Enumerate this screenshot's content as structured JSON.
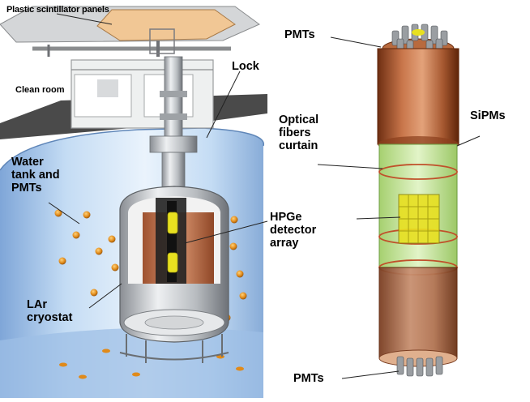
{
  "labels": {
    "plastic_panels": "Plastic scintillator panels",
    "clean_room": "Clean room",
    "lock": "Lock",
    "water_tank": [
      "Water",
      "tank and",
      "PMTs"
    ],
    "hpge": [
      "HPGe",
      "detector",
      "array"
    ],
    "lar_cryostat": [
      "LAr",
      "cryostat"
    ],
    "pmts_top": "PMTs",
    "pmts_bottom": "PMTs",
    "optical_fibers": [
      "Optical",
      "fibers",
      "curtain"
    ],
    "sipms": "SiPMs"
  },
  "colors": {
    "copper": "#b8683e",
    "copper_dark": "#7a3a1c",
    "fiber_green": "#b9e08a",
    "crystal_yellow": "#e8e020",
    "water_blue": "#aac8ec",
    "steel": "#c4c8cc",
    "panel_orange": "#f3c896",
    "panel_grey": "#d8d8d8",
    "floor_dark": "#4a4a4a"
  }
}
